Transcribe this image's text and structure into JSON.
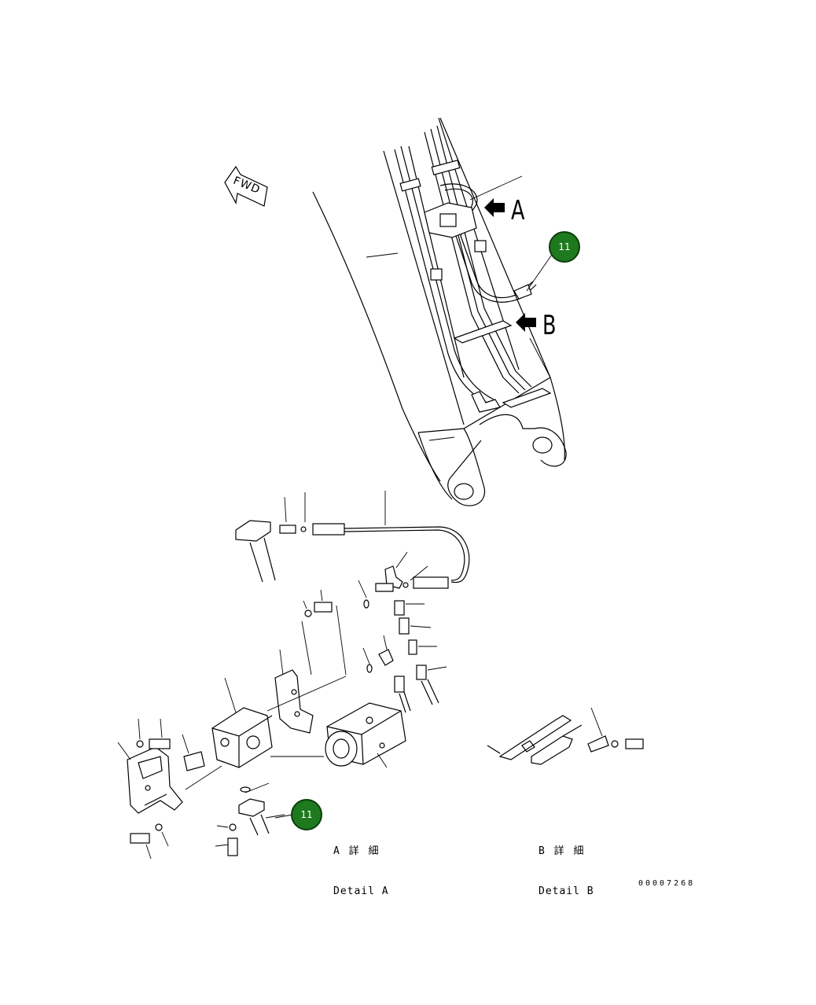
{
  "fwd_label": "FWD",
  "detail_marker_a": "A",
  "detail_marker_b": "B",
  "callouts": [
    {
      "number": "11",
      "color": "#1f7a1f"
    },
    {
      "number": "11",
      "color": "#1f7a1f"
    }
  ],
  "details": [
    {
      "jp": "A 詳 細",
      "en": "Detail A"
    },
    {
      "jp": "B 詳 細",
      "en": "Detail B"
    }
  ],
  "doc_number": "00007268"
}
